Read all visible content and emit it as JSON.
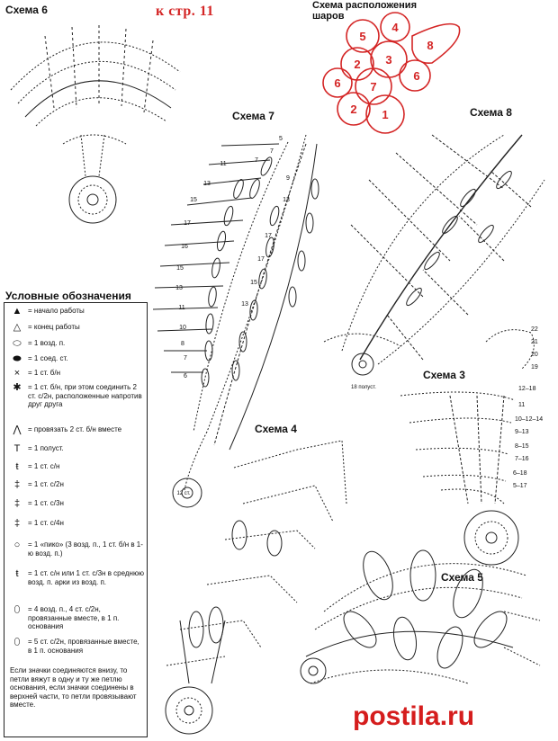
{
  "header": {
    "page_ref": "к стр. 11",
    "layout_title": "Схема расположения шаров"
  },
  "schemes": {
    "s6": "Схема 6",
    "s7": "Схема 7",
    "s8": "Схема 8",
    "s3": "Схема 3",
    "s4": "Схема 4",
    "s5": "Схема 5"
  },
  "ball_numbers": [
    "5",
    "4",
    "8",
    "3",
    "2",
    "6",
    "6",
    "7",
    "2",
    "1"
  ],
  "scheme7_numbers": [
    "5",
    "7",
    "7",
    "11",
    "9",
    "13",
    "13",
    "15",
    "17",
    "17",
    "16",
    "17",
    "15",
    "15",
    "13",
    "13",
    "11",
    "10",
    "8",
    "7",
    "6"
  ],
  "scheme3_numbers": [
    "12–18",
    "11",
    "10–12–14",
    "9–13",
    "8–15",
    "7–16",
    "6–18",
    "5–17"
  ],
  "scheme8_numbers": [
    "22",
    "21",
    "20",
    "19"
  ],
  "scheme8_note": "18 полуст.",
  "scheme7_note": "12 ст.",
  "legend": {
    "title": "Условные обозначения",
    "items": [
      {
        "icon": "start-arrow-icon",
        "symbol": "▲",
        "text": "= начало работы"
      },
      {
        "icon": "end-arrow-icon",
        "symbol": "△",
        "text": "= конец работы"
      },
      {
        "icon": "chain-stitch-icon",
        "symbol": "⬭",
        "text": "= 1 возд. п."
      },
      {
        "icon": "slip-stitch-icon",
        "symbol": "⬬",
        "text": "= 1 соед. ст."
      },
      {
        "icon": "single-crochet-icon",
        "symbol": "×",
        "text": "= 1 ст. б/н"
      },
      {
        "icon": "joined-single-crochet-icon",
        "symbol": "✱",
        "text": "= 1 ст. б/н, при этом соединить 2 ст. с/2н, расположенные напротив друг друга"
      },
      {
        "icon": "sc2tog-icon",
        "symbol": "⋀",
        "text": "= провязать 2 ст. б/н вместе"
      },
      {
        "icon": "half-dc-icon",
        "symbol": "T",
        "text": "= 1 полуст."
      },
      {
        "icon": "dc-icon",
        "symbol": "ŧ",
        "text": "= 1 ст. с/н"
      },
      {
        "icon": "tr-icon",
        "symbol": "‡",
        "text": "= 1 ст. с/2н"
      },
      {
        "icon": "dtr-icon",
        "symbol": "‡",
        "text": "= 1 ст. с/3н"
      },
      {
        "icon": "trtr-icon",
        "symbol": "‡",
        "text": "= 1 ст. с/4н"
      },
      {
        "icon": "picot-icon",
        "symbol": "○",
        "text": "= 1 «пико» (3 возд. п., 1 ст. б/н в 1-ю возд. п.)"
      },
      {
        "icon": "dc-into-arch-icon",
        "symbol": "ŧ",
        "text": "= 1 ст. с/н или 1 ст. с/3н в среднюю возд. п. арки из возд. п."
      },
      {
        "icon": "bobble-4-icon",
        "symbol": "⬯",
        "text": "= 4 возд. п., 4 ст. с/2н, провязанные вместе, в 1 п. основания"
      },
      {
        "icon": "bobble-5-icon",
        "symbol": "⬯",
        "text": "= 5 ст. с/2н, провязанные вместе, в 1 п. основания"
      }
    ],
    "note": "Если значки соединяются внизу, то петли вяжут в одну и ту же петлю основания, если значки соединены в верхней части, то петли провязывают вместе."
  },
  "watermark": {
    "prefix": "postila",
    "dot": ".",
    "suffix": "ru"
  },
  "colors": {
    "accent_red": "#d42525",
    "ink": "#111111"
  }
}
